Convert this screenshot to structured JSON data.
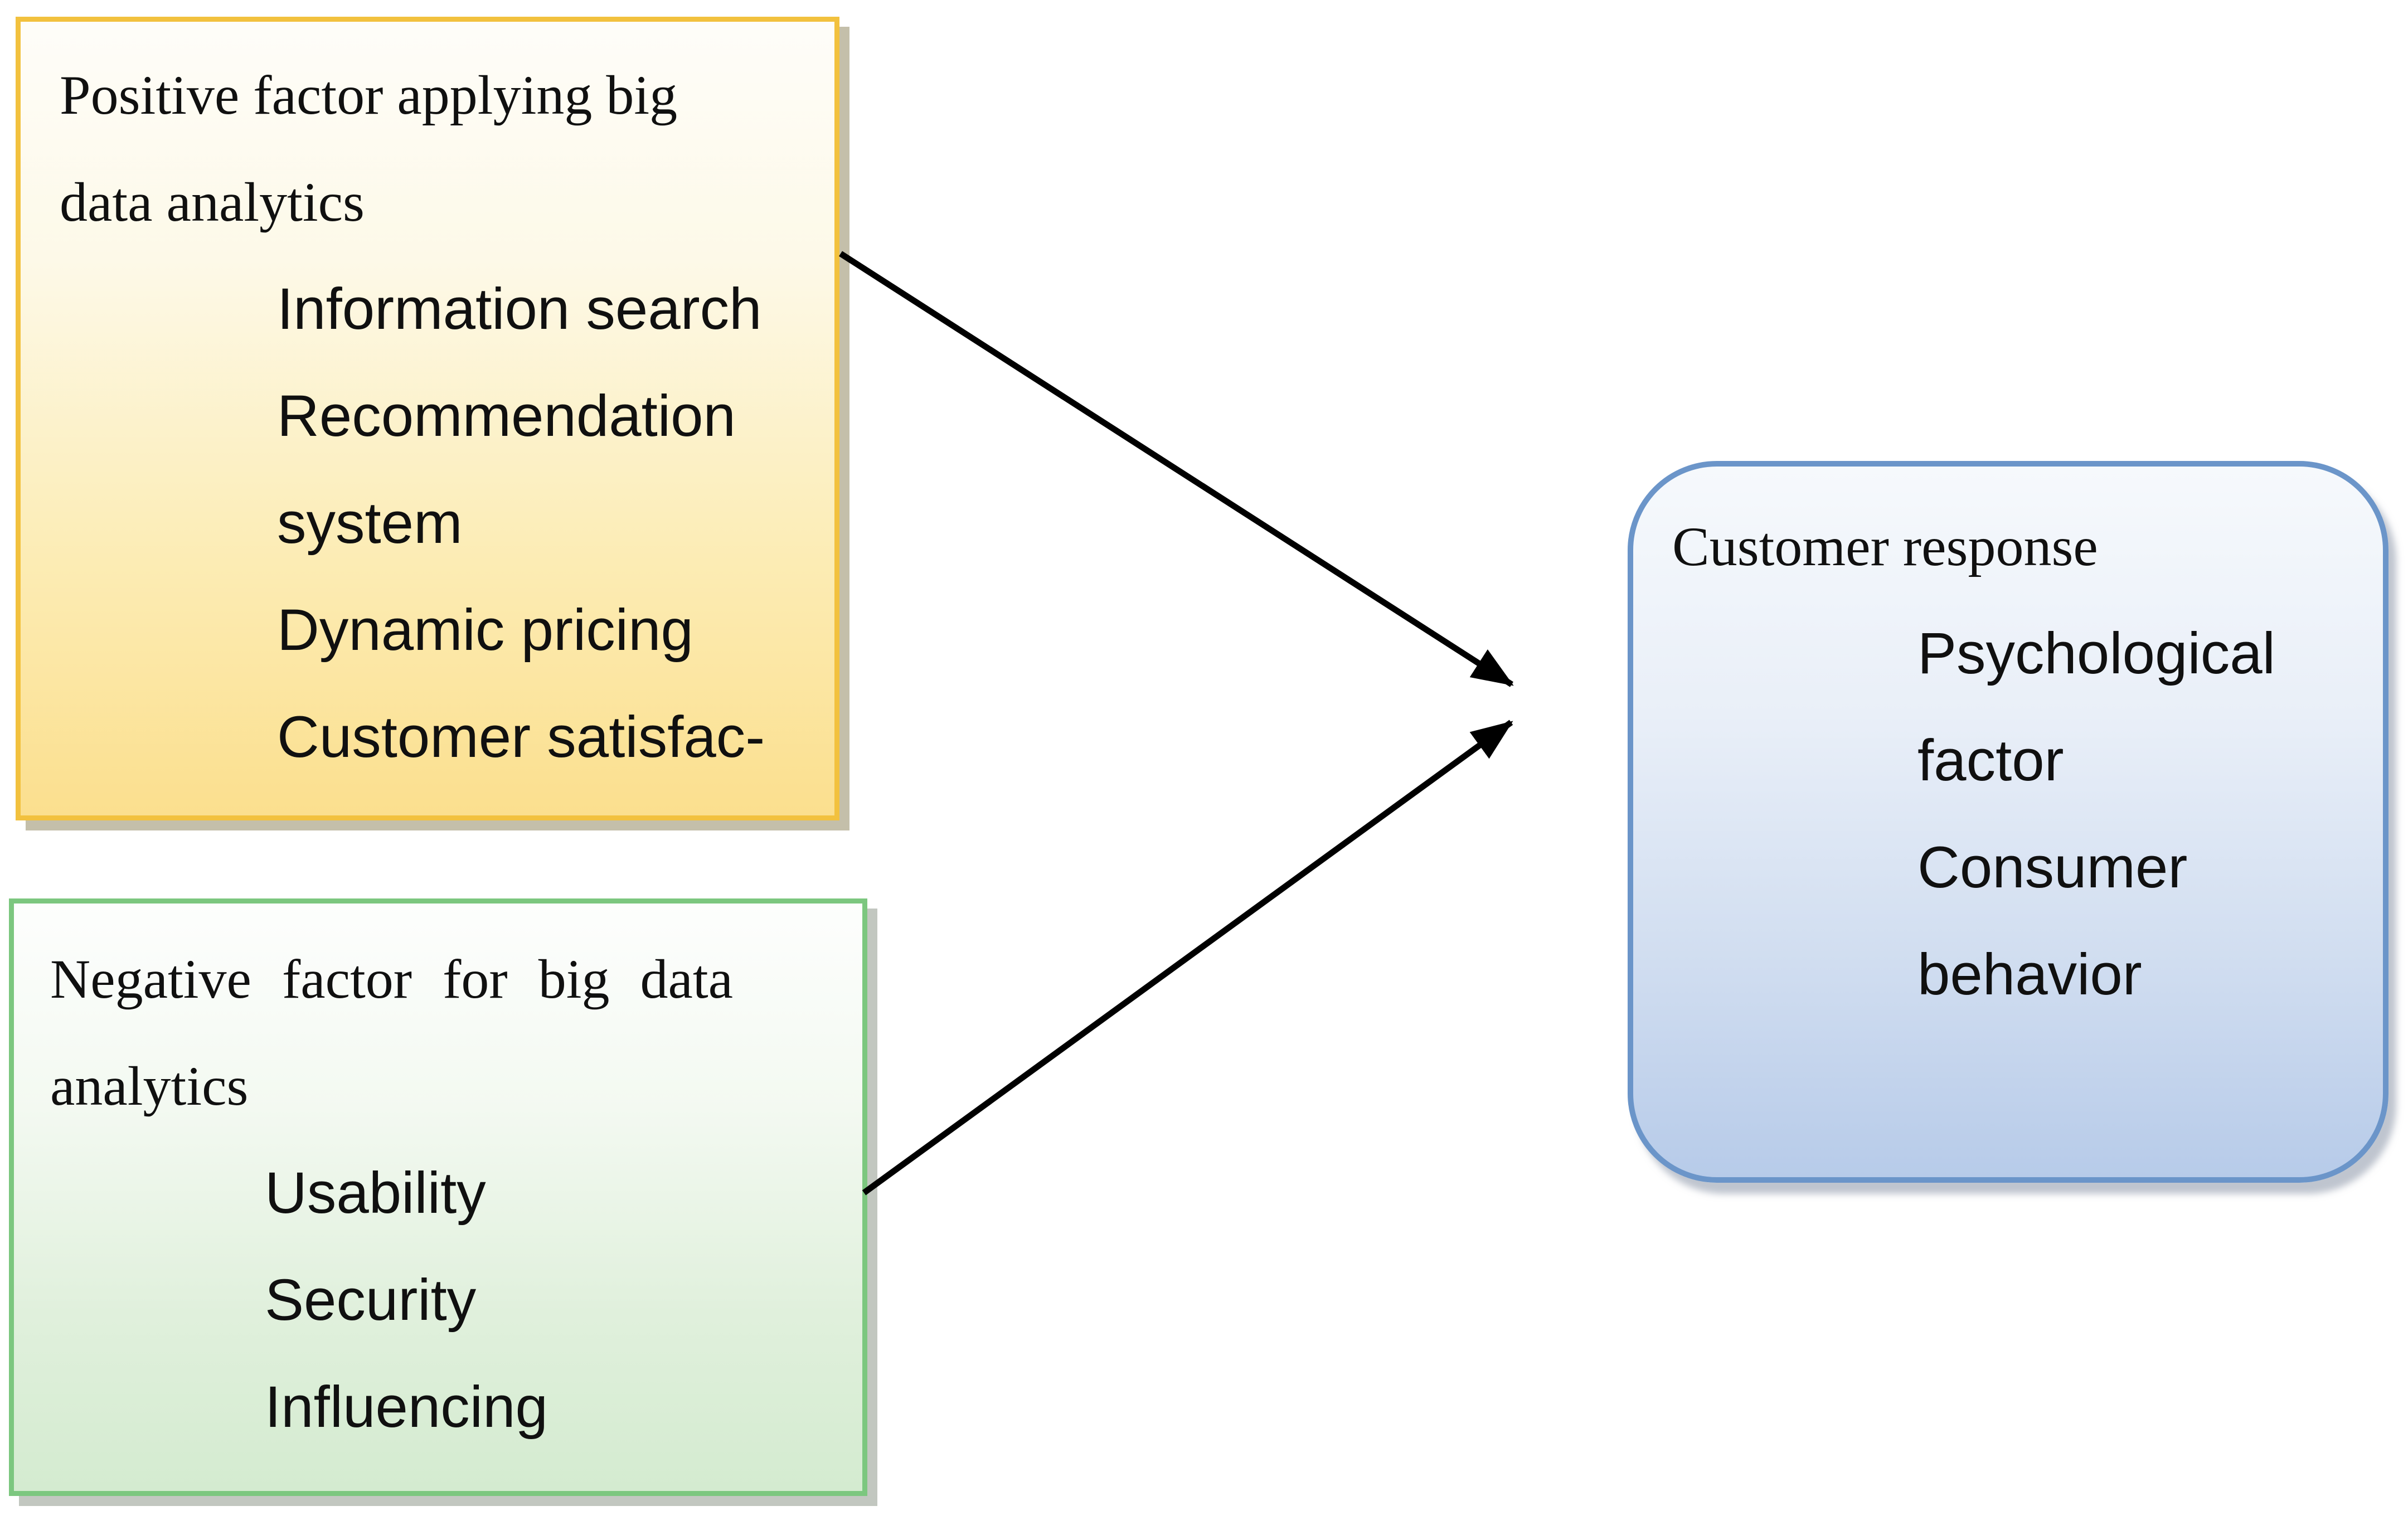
{
  "diagram": {
    "positive_box": {
      "title": "Positive factor applying big data analytics",
      "title_lines": [
        "Positive factor applying big",
        "data analytics"
      ],
      "items": [
        "Information search",
        "Recommendation system",
        "Dynamic pricing",
        "Customer satisfac-"
      ],
      "item_lines": [
        "Information search",
        "Recommendation",
        "system",
        "Dynamic pricing",
        "Customer satisfac-"
      ],
      "border_color": "#f2c13e",
      "gradient_top": "#fefdf9",
      "gradient_bottom": "#fbdf8e"
    },
    "negative_box": {
      "title": "Negative factor for big data analytics",
      "title_lines": [
        "Negative factor for big data",
        "analytics"
      ],
      "items": [
        "Usability",
        "Security",
        "Influencing"
      ],
      "item_lines": [
        "Usability",
        "Security",
        "Influencing"
      ],
      "border_color": "#7cc77f",
      "gradient_top": "#fdfefd",
      "gradient_bottom": "#d4ebd0"
    },
    "response_box": {
      "title": "Customer response",
      "title_lines": [
        "Customer response"
      ],
      "items": [
        "Psychological factor",
        "Consumer behavior"
      ],
      "item_lines": [
        "Psychological",
        "factor",
        "Consumer",
        "behavior"
      ],
      "border_color": "#6b95c9",
      "gradient_top": "#f6f9fc",
      "gradient_bottom": "#b7cbe9"
    },
    "arrows": {
      "color": "#000000",
      "connections": [
        {
          "from": "positive_box",
          "to": "response_box"
        },
        {
          "from": "negative_box",
          "to": "response_box"
        }
      ]
    }
  }
}
